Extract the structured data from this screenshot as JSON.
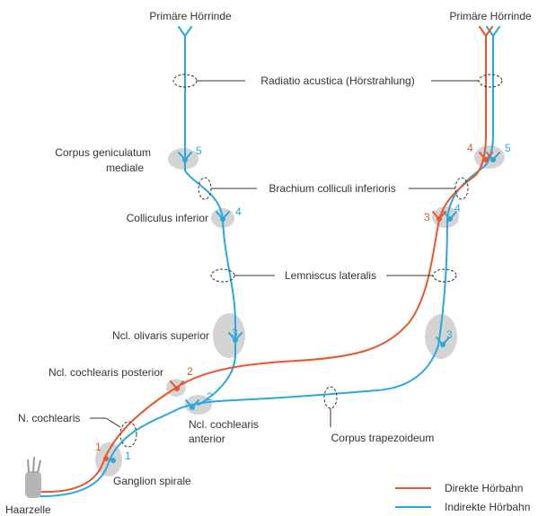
{
  "colors": {
    "direct": "#e8562a",
    "indirect": "#29a8e0",
    "nucleus": "#d4d4d4",
    "text": "#333333"
  },
  "labels": {
    "cortex_left": "Primäre Hörrinde",
    "cortex_right": "Primäre Hörrinde",
    "radiatio": "Radiatio acustica (Hörstrahlung)",
    "cgm_line1": "Corpus geniculatum",
    "cgm_line2": "mediale",
    "brachium": "Brachium colliculi inferioris",
    "colliculus": "Colliculus inferior",
    "lemniscus": "Lemniscus lateralis",
    "olivaris": "Ncl. olivaris superior",
    "cochlearis_post": "Ncl. cochlearis posterior",
    "cochlearis_ant_line1": "Ncl. cochlearis",
    "cochlearis_ant_line2": "anterior",
    "n_cochlearis": "N. cochlearis",
    "trapezoideum": "Corpus trapezoideum",
    "ganglion": "Ganglion spirale",
    "haarzelle": "Haarzelle"
  },
  "numbers": {
    "n1": "1",
    "n2": "2",
    "n3": "3",
    "n4": "4",
    "n5": "5"
  },
  "legend": {
    "direct": "Direkte Hörbahn",
    "indirect": "Indirekte Hörbahn"
  }
}
